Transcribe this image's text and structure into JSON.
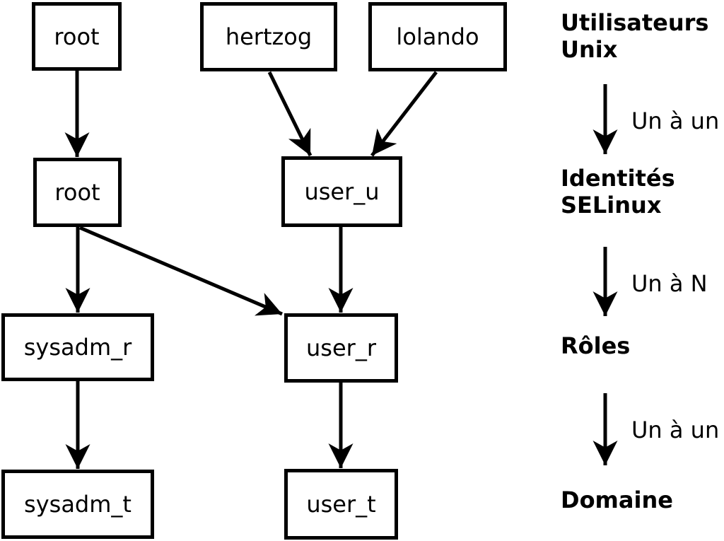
{
  "nodes": {
    "unix_root": {
      "label": "root"
    },
    "unix_hertzog": {
      "label": "hertzog"
    },
    "unix_lolando": {
      "label": "lolando"
    },
    "selinux_root": {
      "label": "root"
    },
    "selinux_user_u": {
      "label": "user_u"
    },
    "role_sysadm_r": {
      "label": "sysadm_r"
    },
    "role_user_r": {
      "label": "user_r"
    },
    "domain_sysadm_t": {
      "label": "sysadm_t"
    },
    "domain_user_t": {
      "label": "user_t"
    }
  },
  "edges": [
    {
      "from": "unix_root",
      "to": "selinux_root"
    },
    {
      "from": "unix_hertzog",
      "to": "selinux_user_u"
    },
    {
      "from": "unix_lolando",
      "to": "selinux_user_u"
    },
    {
      "from": "selinux_root",
      "to": "role_sysadm_r"
    },
    {
      "from": "selinux_root",
      "to": "role_user_r"
    },
    {
      "from": "selinux_user_u",
      "to": "role_user_r"
    },
    {
      "from": "role_sysadm_r",
      "to": "domain_sysadm_t"
    },
    {
      "from": "role_user_r",
      "to": "domain_user_t"
    }
  ],
  "legend": {
    "stages": [
      {
        "lines": [
          "Utilisateurs",
          "Unix"
        ]
      },
      {
        "lines": [
          "Identités",
          "SELinux"
        ]
      },
      {
        "lines": [
          "Rôles"
        ]
      },
      {
        "lines": [
          "Domaine"
        ]
      }
    ],
    "relations": [
      {
        "label": "Un à un"
      },
      {
        "label": "Un à N"
      },
      {
        "label": "Un à un"
      }
    ]
  },
  "colors": {
    "stroke": "#000000",
    "node_fill": "#ffffff",
    "background": "#ffffff"
  }
}
